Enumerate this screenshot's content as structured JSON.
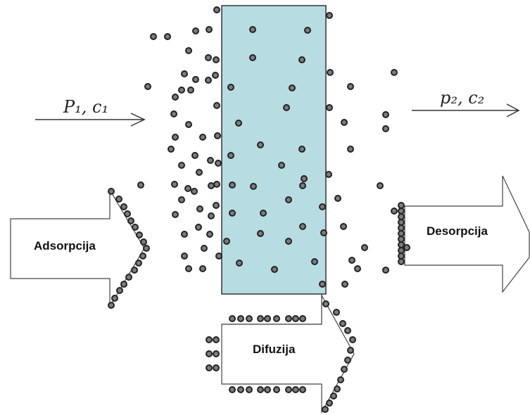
{
  "labels": {
    "inlet": "P₁, c₁",
    "outlet": "p₂, c₂",
    "adsorption": "Adsorpcija",
    "diffusion": "Difuzija",
    "desorption": "Desorpcija"
  },
  "colors": {
    "membrane": "#b7dde3",
    "molecule_fill": "#7d7d7d",
    "molecule_stroke": "#222222",
    "line": "#333333"
  },
  "icons": {
    "molecule": "circle",
    "flow_arrow": "right-arrow"
  }
}
